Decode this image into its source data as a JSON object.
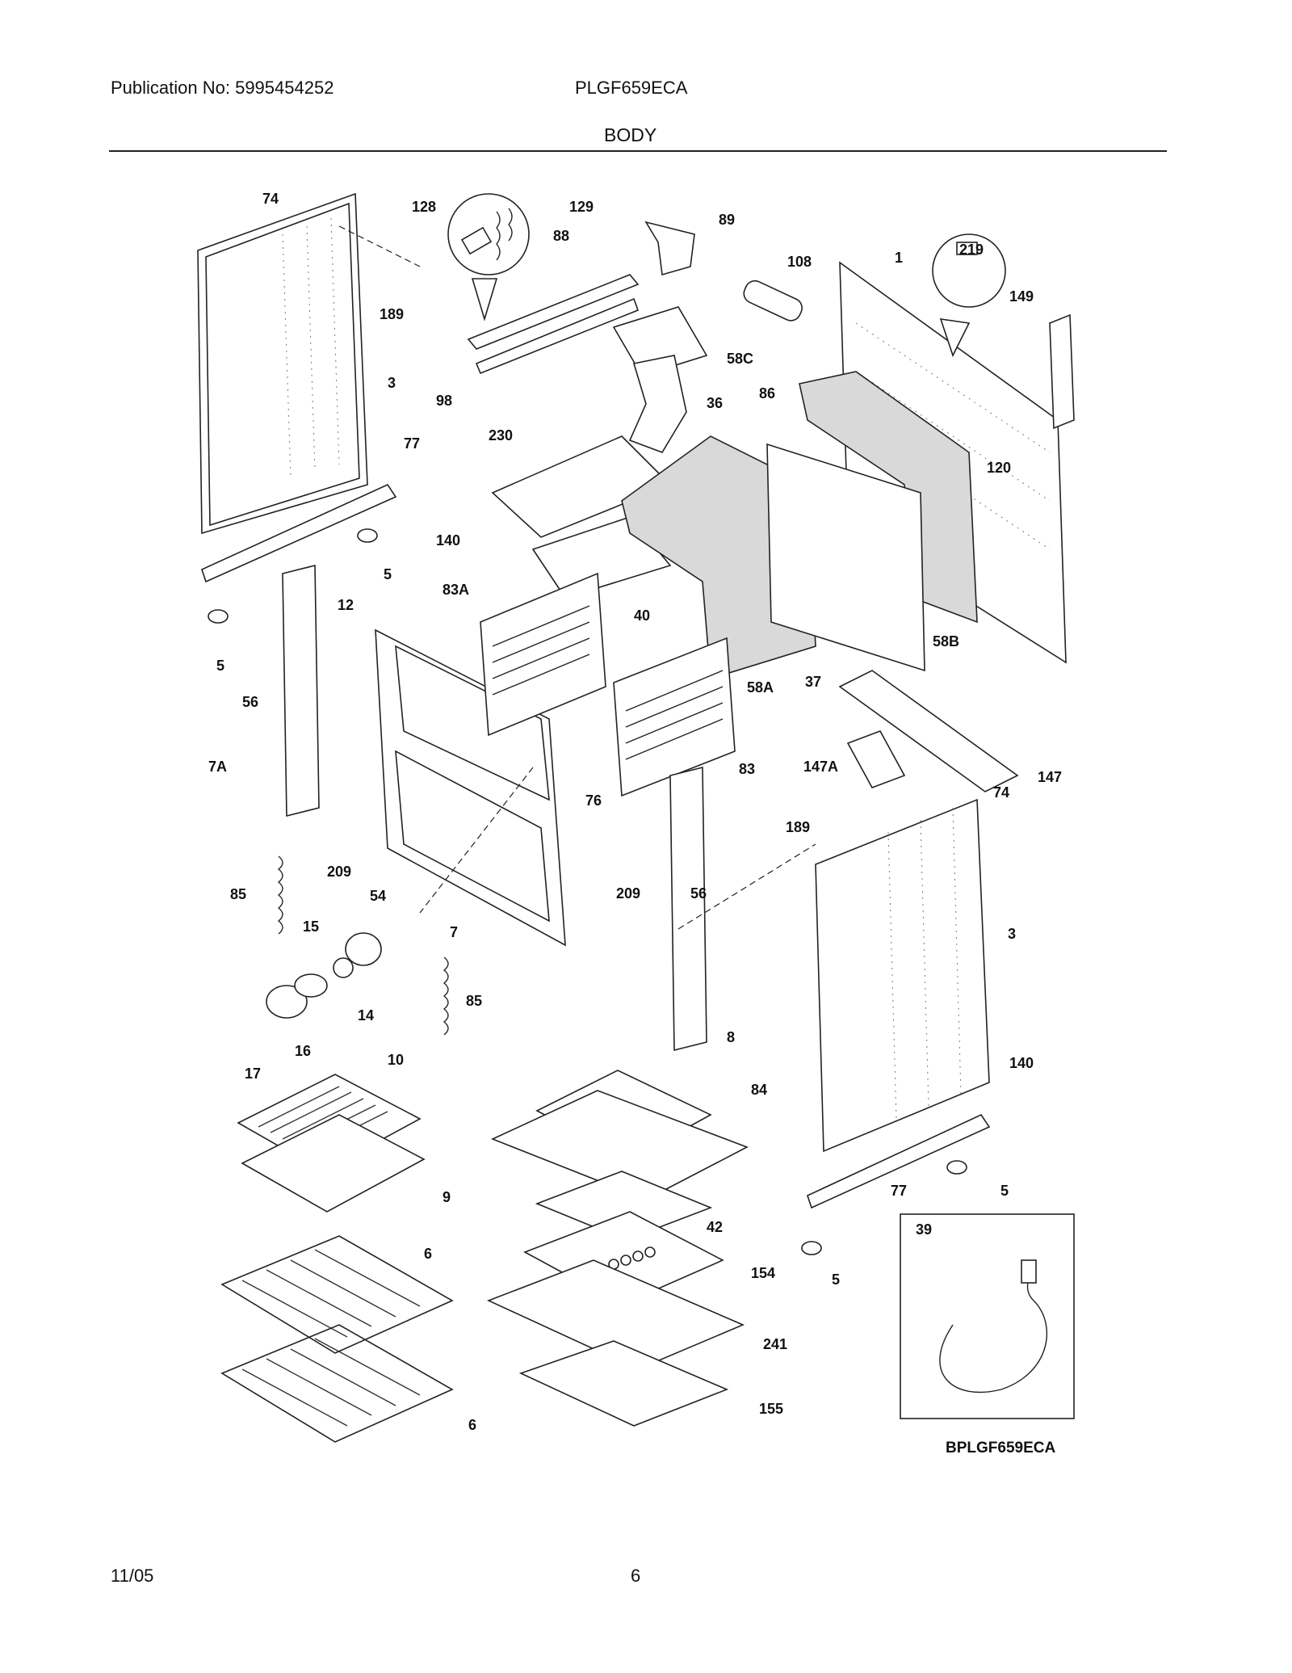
{
  "header": {
    "publication": "Publication No: 5995454252",
    "model": "PLGF659ECA",
    "section": "BODY"
  },
  "footer": {
    "date": "11/05",
    "page": "6"
  },
  "diagram": {
    "model_code": "BPLGF659ECA",
    "labels": [
      "74",
      "128",
      "129",
      "88",
      "89",
      "108",
      "1",
      "219",
      "149",
      "189",
      "3",
      "98",
      "58C",
      "36",
      "86",
      "230",
      "120",
      "77",
      "140",
      "5",
      "83A",
      "40",
      "12",
      "58A",
      "37",
      "58B",
      "56",
      "83",
      "147A",
      "147",
      "7A",
      "189",
      "76",
      "209",
      "85",
      "54",
      "15",
      "7",
      "14",
      "16",
      "17",
      "10",
      "8",
      "84",
      "9",
      "42",
      "6",
      "154",
      "241",
      "155",
      "39",
      "140",
      "77",
      "5",
      "5",
      "3",
      "56",
      "209",
      "85",
      "5",
      "74",
      "6"
    ]
  }
}
